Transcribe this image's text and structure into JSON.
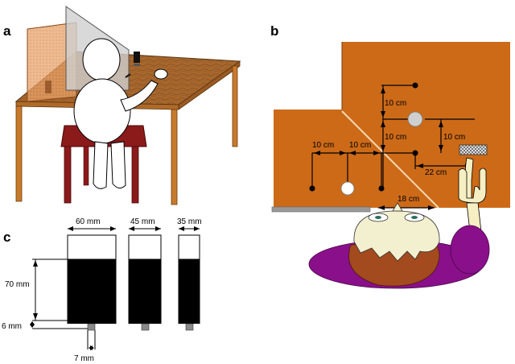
{
  "panels": {
    "a": "a",
    "b": "b",
    "c": "c"
  },
  "panel_b": {
    "dim_10cm_a": "10 cm",
    "dim_10cm_b": "10 cm",
    "dim_10cm_c": "10 cm",
    "dim_10cm_d": "10 cm",
    "dim_10cm_e": "10 cm",
    "dim_22cm": "22 cm",
    "dim_18cm": "18 cm"
  },
  "panel_c": {
    "width_1": "60 mm",
    "width_2": "45 mm",
    "width_3": "35 mm",
    "height": "70 mm",
    "stem_height": "6 mm",
    "stem_width": "7 mm"
  },
  "colors": {
    "table_wood": "#c87a2c",
    "table_top": "#a0632a",
    "chair_red": "#8b1a1a",
    "screen_grey": "#c8c8c8",
    "board_orange": "#cc6a18",
    "pad_purple": "#8a0f8a",
    "hair_brown": "#a34a1e",
    "head_cream": "#f3f0cf",
    "hand_cream": "#f6efc3",
    "block_black": "#000000"
  }
}
